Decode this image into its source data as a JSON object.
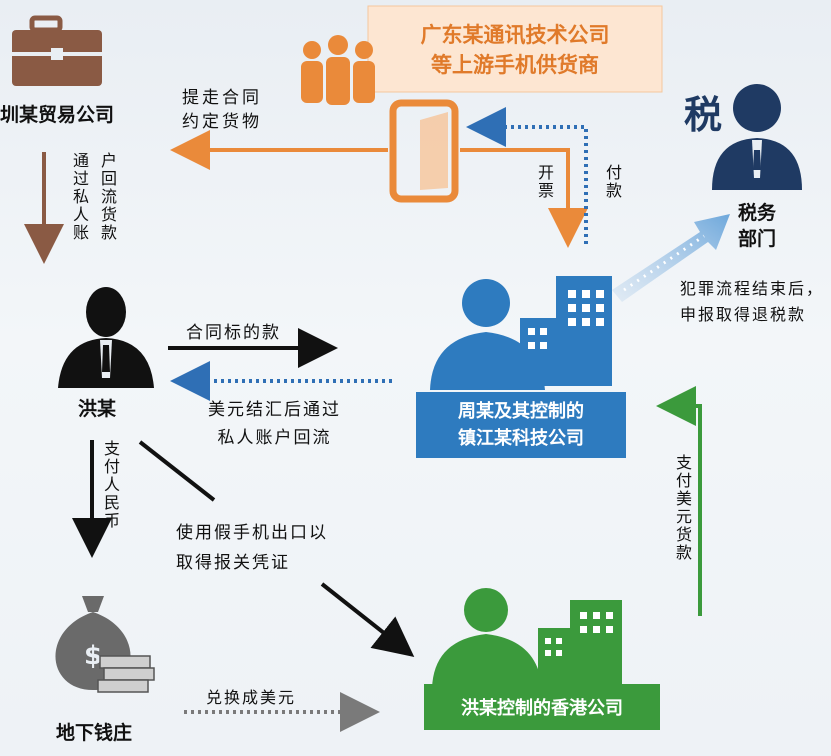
{
  "supplier": {
    "line1": "广东某通讯技术公司",
    "line2": "等上游手机供货商"
  },
  "trade_company": {
    "label": "圳某贸易公司"
  },
  "tax_dept": {
    "glyph": "税",
    "line1": "税务",
    "line2": "部门"
  },
  "hong": {
    "label": "洪某"
  },
  "zhenjiang": {
    "line1": "周某及其控制的",
    "line2": "镇江某科技公司"
  },
  "hk_company": {
    "label": "洪某控制的香港公司"
  },
  "money_house": {
    "label": "地下钱庄"
  },
  "labels": {
    "contract_goods_1": "提走合同",
    "contract_goods_2": "约定货物",
    "invoice": "开票",
    "payment": "付款",
    "return_col1": "户回流货款",
    "return_col2": "通过私人账",
    "contract_money": "合同标的款",
    "usd_return_1": "美元结汇后通过",
    "usd_return_2": "私人账户回流",
    "pay_rmb": "支付人民币",
    "fake_export_1": "使用假手机出口以",
    "fake_export_2": "取得报关凭证",
    "pay_usd": "支付美元货款",
    "exchange": "兑换成美元",
    "crime_end_1": "犯罪流程结束后，",
    "crime_end_2": "申报取得退税款"
  },
  "colors": {
    "orange": "#ea8a3a",
    "blue_box": "#2e7bbf",
    "blue_dots": "#2f6fb5",
    "green_box": "#3b9a3c",
    "navy": "#1f3a63",
    "brown": "#8a5a44",
    "gray": "#6a6a6a"
  }
}
